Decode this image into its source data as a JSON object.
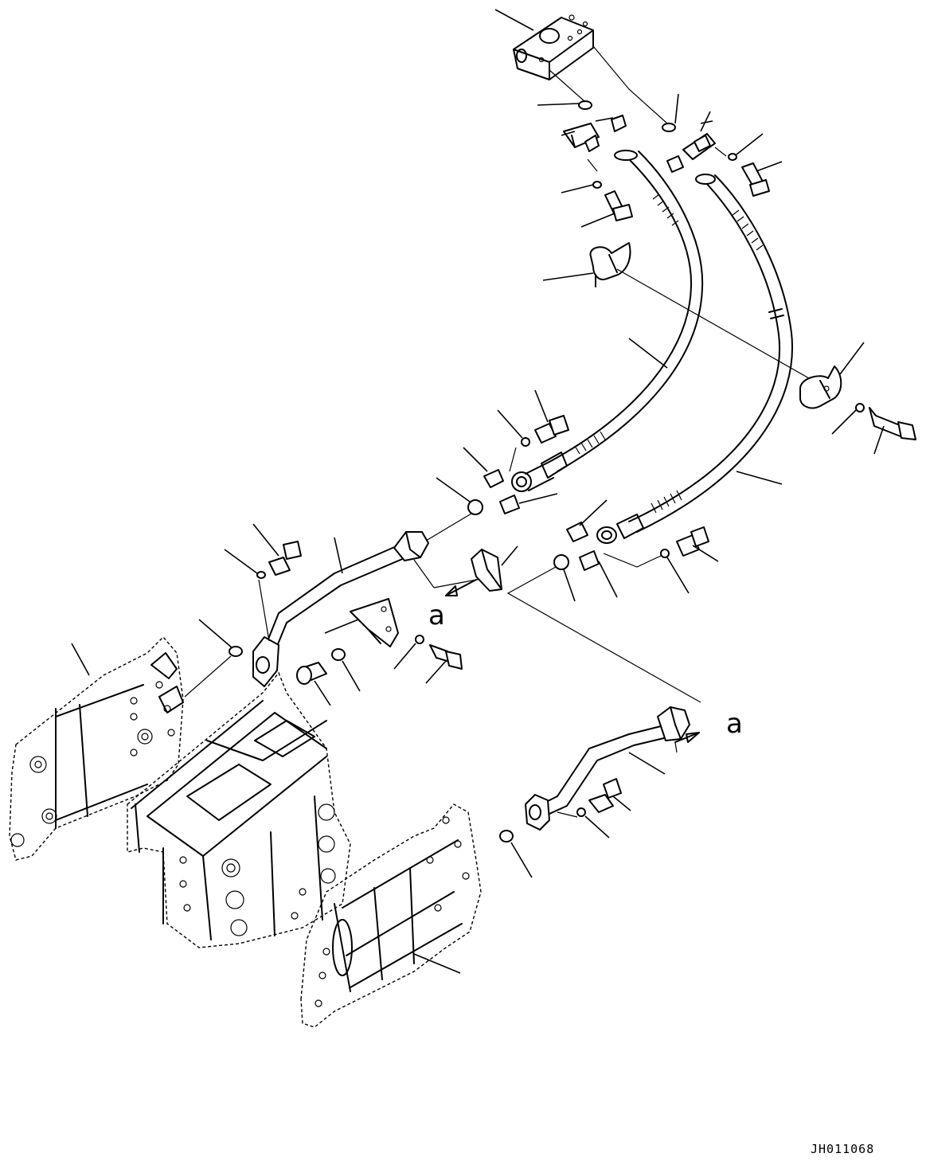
{
  "drawing": {
    "code": "JH011068",
    "view_reference_1": "a",
    "view_reference_2": "a"
  },
  "colors": {
    "line": "#000000",
    "background": "#ffffff"
  }
}
